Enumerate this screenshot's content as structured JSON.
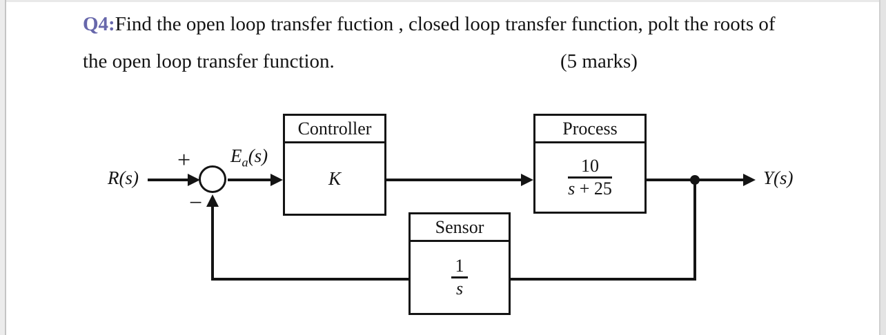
{
  "question": {
    "label": "Q4:",
    "line1": "Find the open loop transfer fuction , closed loop transfer function, polt the roots of",
    "line2": "the open loop transfer function.",
    "marks": "(5 marks)"
  },
  "diagram": {
    "input_label": "R(s)",
    "plus_sign": "+",
    "minus_sign": "−",
    "error_signal": {
      "base": "E",
      "sub": "a",
      "args": "(s)"
    },
    "controller": {
      "title": "Controller",
      "gain": "K"
    },
    "process": {
      "title": "Process",
      "numerator": "10",
      "den_var": "s",
      "den_rest": " + 25"
    },
    "sensor": {
      "title": "Sensor",
      "numerator": "1",
      "den_var": "s"
    },
    "output_label": "Y(s)"
  },
  "colors": {
    "question_label": "#6767ab",
    "ink": "#141414"
  }
}
